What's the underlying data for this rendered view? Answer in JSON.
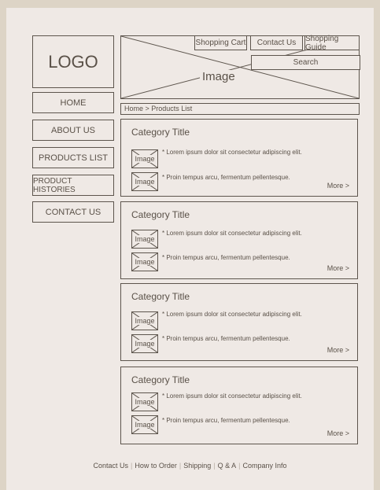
{
  "logo": "LOGO",
  "nav": [
    "HOME",
    "ABOUT US",
    "PRODUCTS LIST",
    "PRODUCT HISTORIES",
    "CONTACT US"
  ],
  "header": {
    "image_label": "Image",
    "shopping_cart": "Shopping Cart",
    "contact_us": "Contact Us",
    "shopping_guide": "Shopping Guide",
    "search": "Search"
  },
  "breadcrumb": "Home > Products List",
  "categories": [
    {
      "title": "Category Title",
      "line1": "* Lorem ipsum dolor sit consectetur adipiscing elit.",
      "line2": "* Proin tempus arcu, fermentum pellentesque.",
      "more": "More >",
      "image": "Image"
    },
    {
      "title": "Category Title",
      "line1": "* Lorem ipsum dolor sit consectetur adipiscing elit.",
      "line2": "* Proin tempus arcu, fermentum pellentesque.",
      "more": "More >",
      "image": "Image"
    },
    {
      "title": "Category Title",
      "line1": "* Lorem ipsum dolor sit consectetur adipiscing elit.",
      "line2": "* Proin tempus arcu, fermentum pellentesque.",
      "more": "More >",
      "image": "Image"
    },
    {
      "title": "Category Title",
      "line1": "* Lorem ipsum dolor sit consectetur adipiscing elit.",
      "line2": "* Proin tempus arcu, fermentum pellentesque.",
      "more": "More >",
      "image": "Image"
    }
  ],
  "footer": [
    "Contact Us",
    "How to Order",
    "Shipping",
    "Q & A",
    "Company Info"
  ]
}
